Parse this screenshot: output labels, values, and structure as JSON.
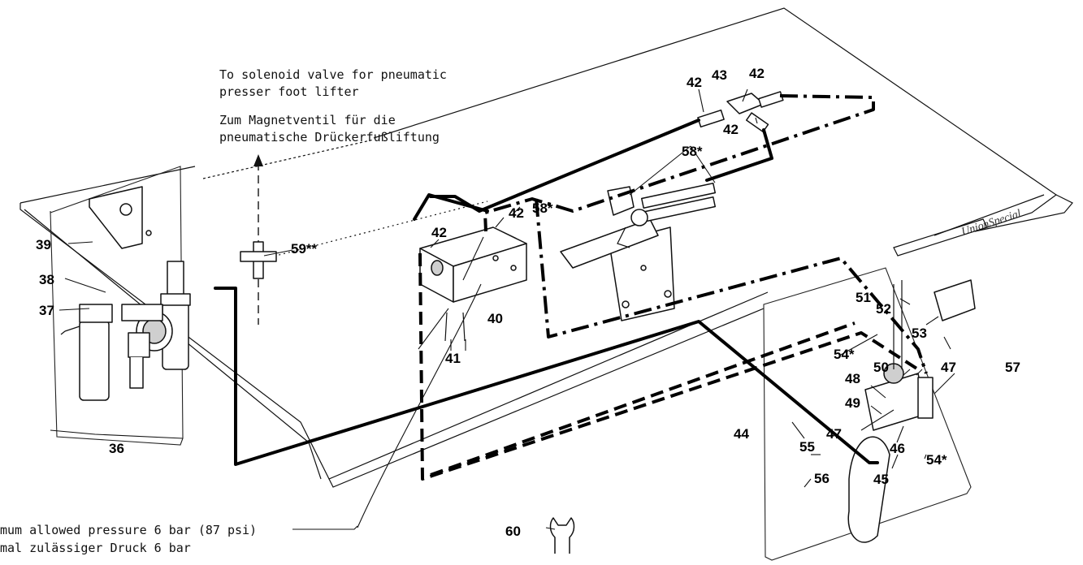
{
  "notes": {
    "solenoid_en_line1": "To solenoid valve for pneumatic",
    "solenoid_en_line2": "presser foot lifter",
    "solenoid_de_line1": "Zum Magnetventil für die",
    "solenoid_de_line2": "pneumatische Drückerfußliftung",
    "pressure_en": "mum allowed pressure 6 bar (87 psi)",
    "pressure_de": "mal zulässiger Druck 6 bar"
  },
  "brand": "UnionSpecial",
  "labels": {
    "l36": "36",
    "l37": "37",
    "l38": "38",
    "l39": "39",
    "l40": "40",
    "l41": "41",
    "l42a": "42",
    "l42b": "42",
    "l42c": "42",
    "l42d": "42",
    "l42e": "42",
    "l43": "43",
    "l44": "44",
    "l45": "45",
    "l46": "46",
    "l47a": "47",
    "l47b": "47",
    "l48": "48",
    "l49": "49",
    "l50": "50",
    "l51": "51",
    "l52": "52",
    "l53": "53",
    "l54a": "54*",
    "l54b": "54*",
    "l55": "55",
    "l56": "56",
    "l57": "57",
    "l58a": "58*",
    "l58b": "58*",
    "l59": "59**",
    "l60": "60"
  }
}
